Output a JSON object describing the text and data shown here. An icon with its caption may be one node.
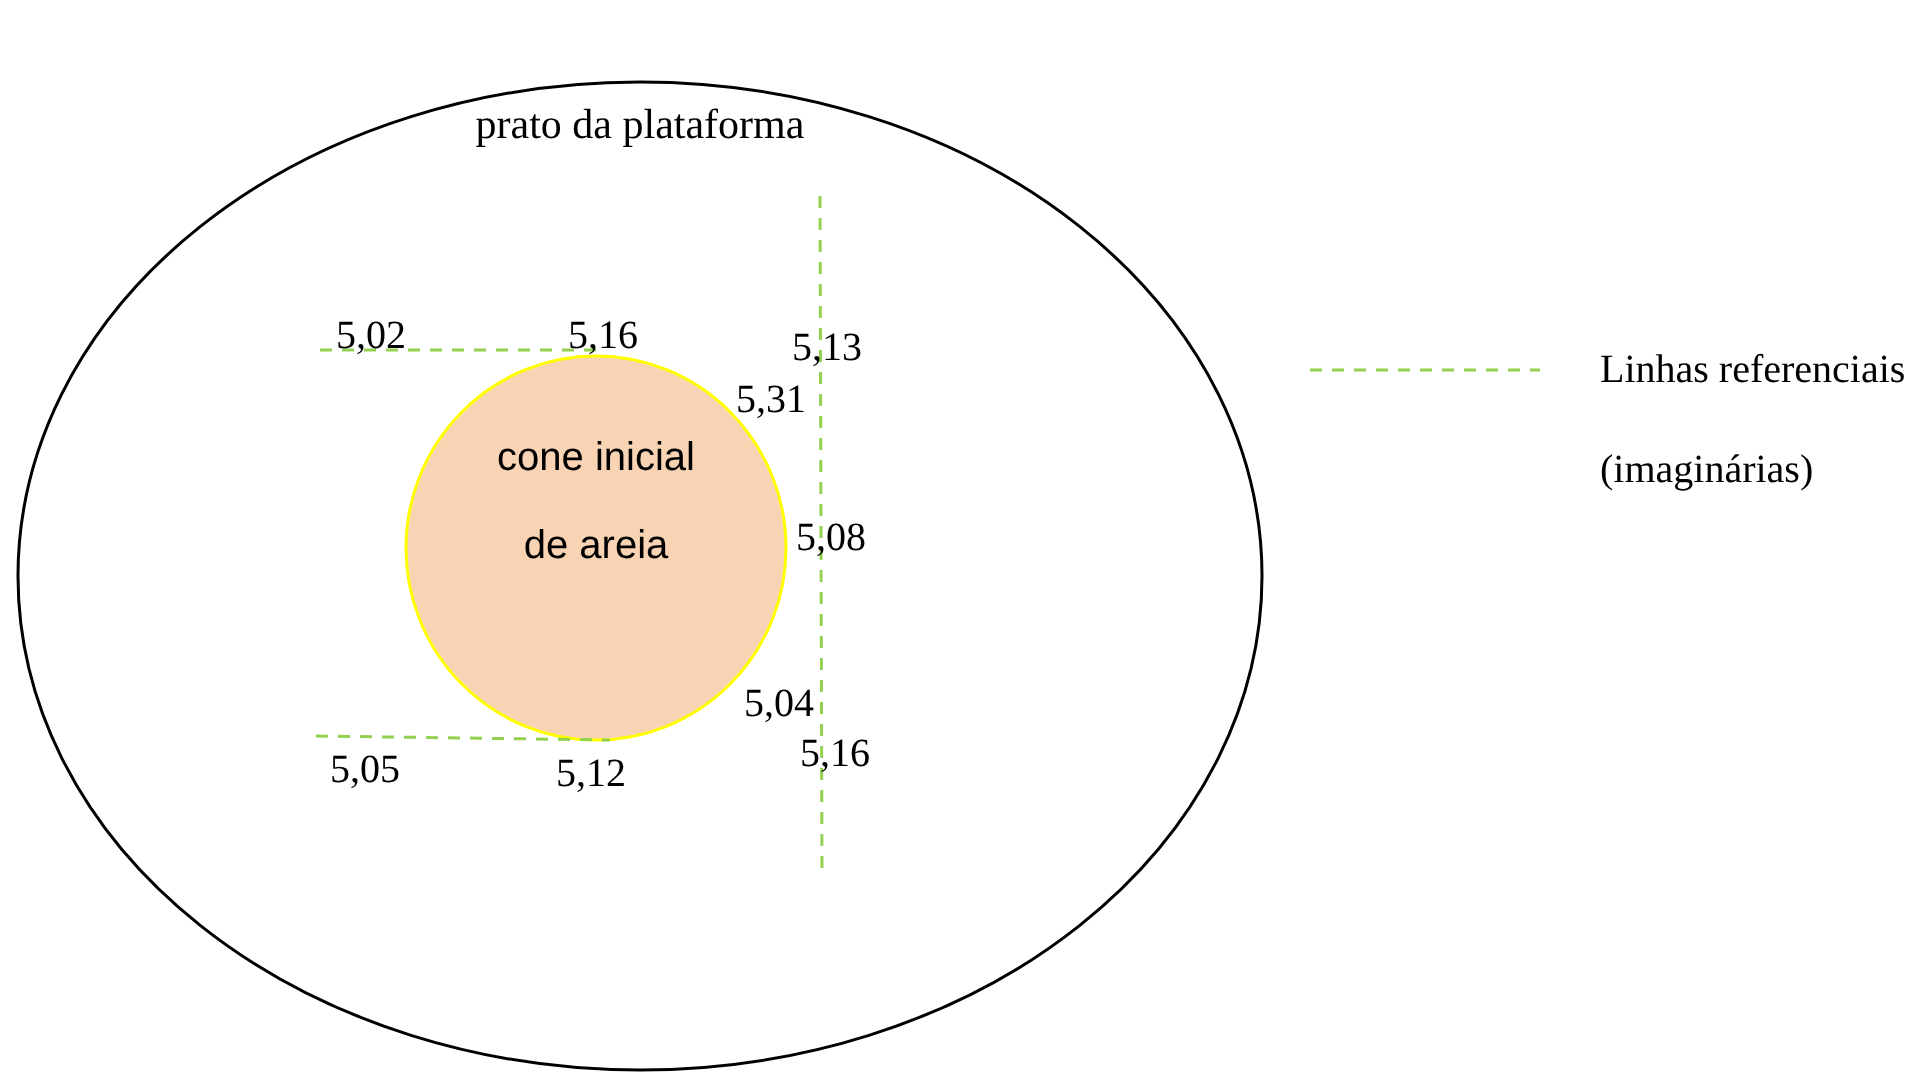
{
  "diagram": {
    "nodes": [
      {
        "text": [
          "prato da plataforma"
        ]
      },
      {
        "text": [
          "cone inicial de areia"
        ],
        "in": 0
      }
    ],
    "labels": [
      "5,02",
      "5,16",
      "5,13",
      "5,31",
      "5,08",
      "5,04",
      "5,16",
      "5,05",
      "5,12"
    ],
    "legend": [
      {
        "text": "Linhas referenciais (imaginárias)"
      }
    ]
  }
}
